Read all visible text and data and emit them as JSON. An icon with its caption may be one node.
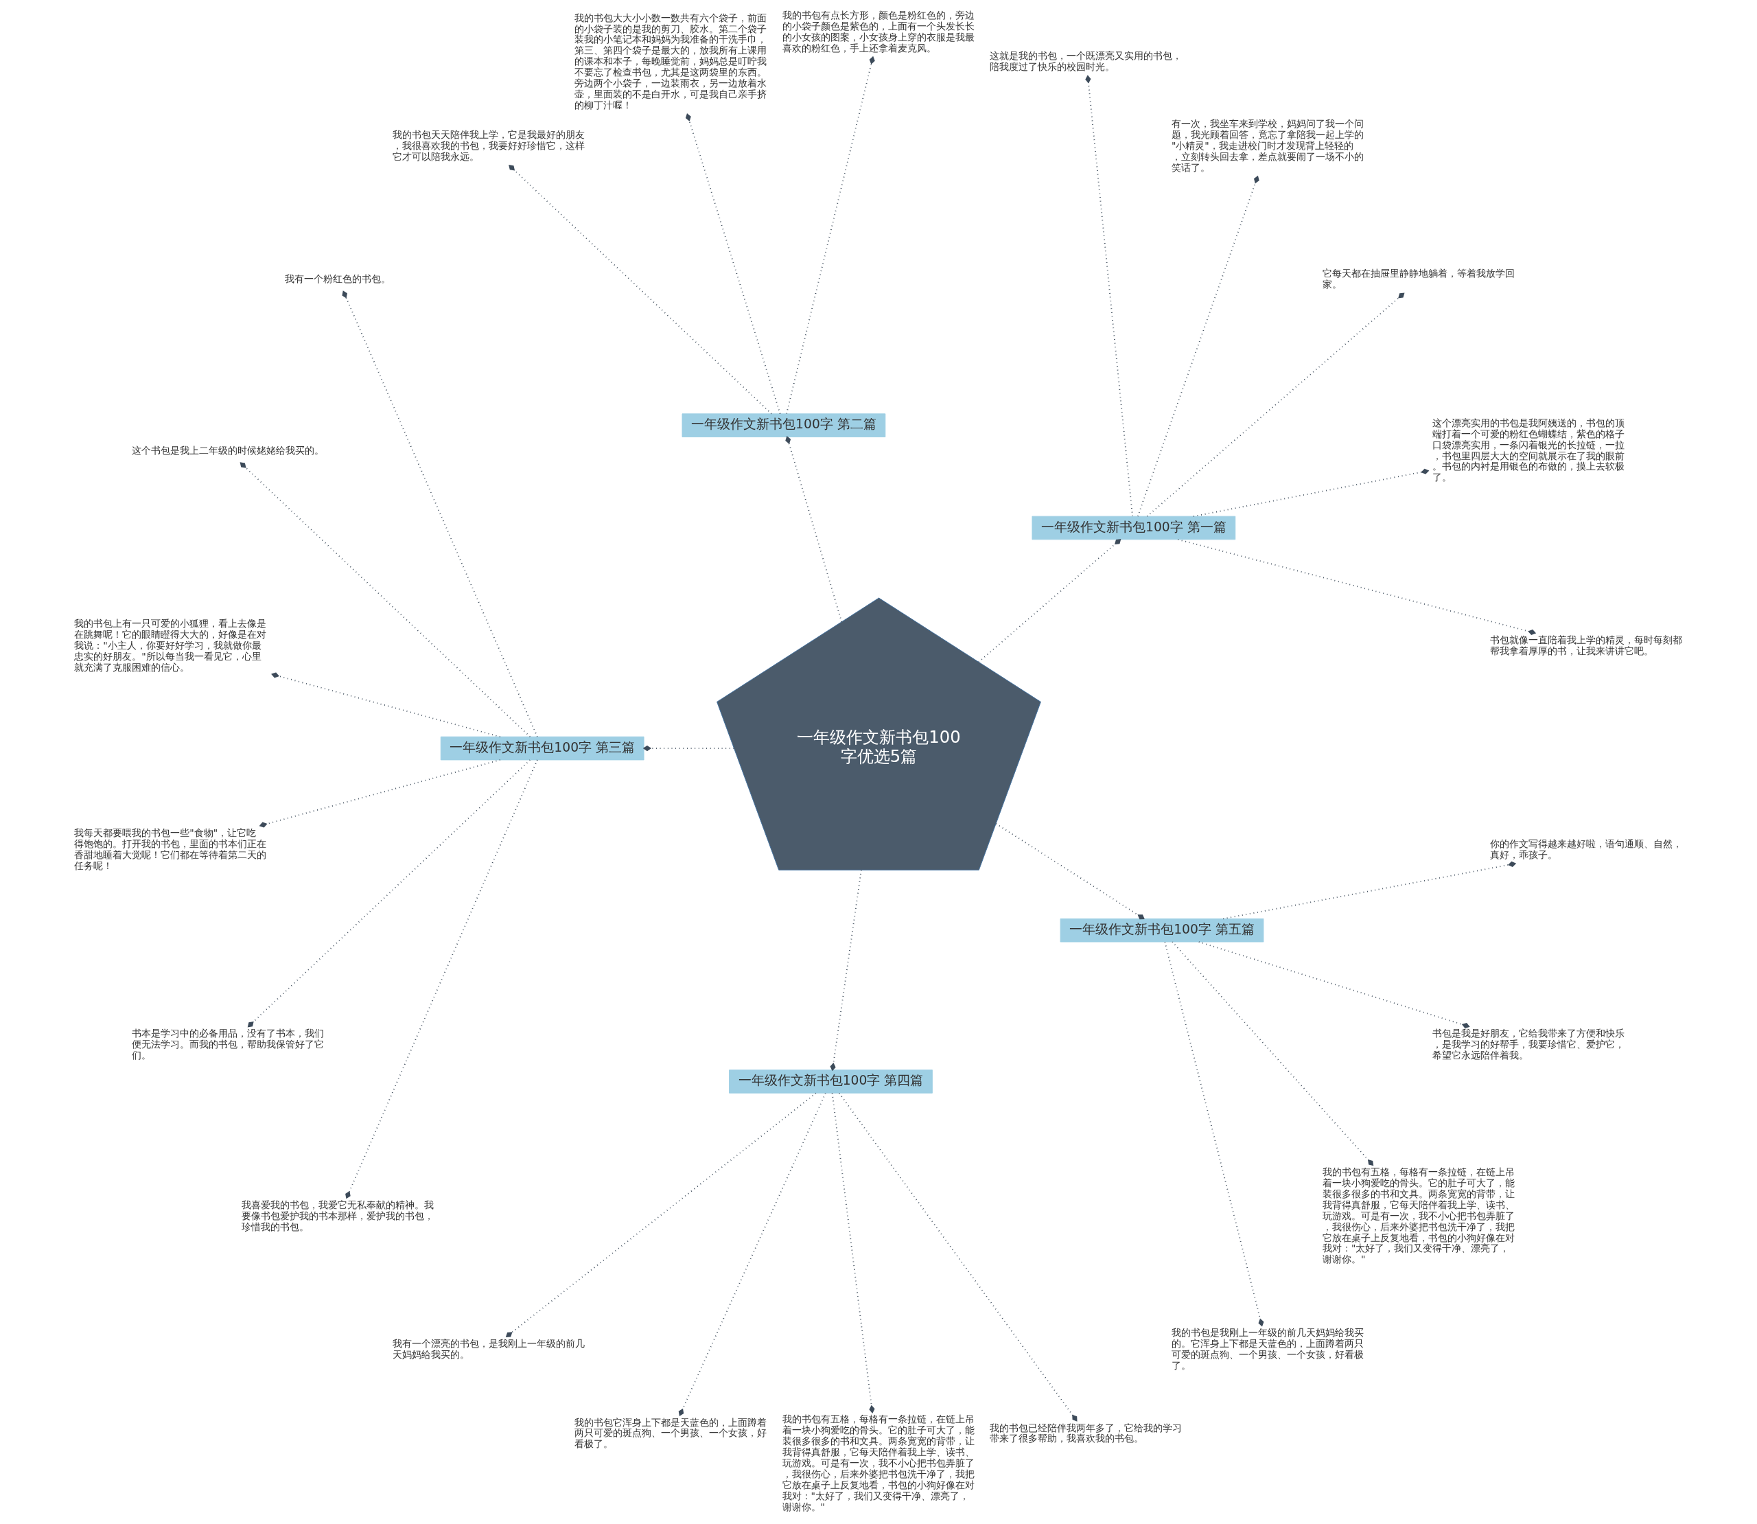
{
  "diagram": {
    "nodes": [
      {
        "text": [
          "一年级作文新书包100字优选5篇"
        ]
      },
      {
        "text": [
          "一年级作文新书包100字 第一篇"
        ]
      },
      {
        "text": [
          "书包就像一直陪着我上学的精灵，每时每刻都帮我拿着厚厚的书，让我来讲讲它吧。"
        ]
      },
      {
        "text": [
          "这个漂亮实用的书包是我阿姨送的，书包的顶端打着一个可爱的粉红色蝴蝶结，紫色的格子口袋漂亮实用，一条闪着银光的长拉链，一拉，书包里四层大大的空间就展示在了我的眼前。书包的内衬是用银色的布做的，摸上去软极了。"
        ]
      },
      {
        "text": [
          "它每天都在抽屉里静静地躺着，等着我放学回家。"
        ]
      },
      {
        "text": [
          "有一次，我坐车来到学校，妈妈问了我一个问题，我光顾着回答，竟忘了拿陪我一起上学的\"小精灵\"，我走进校门时才发现背上轻轻的，立刻转头回去拿，差点就要闹了一场不小的笑话了。"
        ]
      },
      {
        "text": [
          "这就是我的书包，一个既漂亮又实用的书包，陪我度过了快乐的校园时光。"
        ]
      },
      {
        "text": [
          "一年级作文新书包100字 第二篇"
        ]
      },
      {
        "text": [
          "我的书包有点长方形，颜色是粉红色的，旁边的小袋子颜色是紫色的，上面有一个头发长长的小女孩的图案，小女孩身上穿的衣服是我最喜欢的粉红色，手上还拿着麦克风。"
        ]
      },
      {
        "text": [
          "我的书包大大小小数一数共有六个袋子，前面的小袋子装的是我的剪刀、胶水。第二个袋子装我的小笔记本和妈妈为我准备的干洗手巾，第三、第四个袋子是最大的，放我所有上课用的课本和本子，每晚睡觉前，妈妈总是叮咛我不要忘了检查书包，尤其是这两袋里的东西。旁边两个小袋子，一边装雨衣，另一边放着水壶，里面装的不是白开水，可是我自己亲手挤的柳丁汁喔！"
        ]
      },
      {
        "text": [
          "我的书包天天陪伴我上学，它是我最好的朋友，我很喜欢我的书包，我要好好珍惜它，这样它才可以陪我永远。"
        ]
      },
      {
        "text": [
          "一年级作文新书包100字 第三篇"
        ]
      },
      {
        "text": [
          "我有一个粉红色的书包。"
        ]
      },
      {
        "text": [
          "这个书包是我上二年级的时候姥姥给我买的。"
        ]
      },
      {
        "text": [
          "我的书包上有一只可爱的小狐狸，看上去像是在跳舞呢！它的眼睛瞪得大大的，好像是在对我说：\"小主人，你要好好学习，我就做你最忠实的好朋友。\"所以每当我一看见它，心里就充满了克服困难的信心。"
        ]
      },
      {
        "text": [
          "我每天都要喂我的书包一些\"食物\"，让它吃得饱饱的。打开我的书包，里面的书本们正在香甜地睡着大觉呢！它们都在等待着第二天的任务呢！"
        ]
      },
      {
        "text": [
          "书本是学习中的必备用品，没有了书本，我们便无法学习。而我的书包，帮助我保管好了它们。"
        ]
      },
      {
        "text": [
          "我喜爱我的书包，我爱它无私奉献的精神。我要像书包爱护我的书本那样，爱护我的书包，珍惜我的书包。"
        ]
      },
      {
        "text": [
          "一年级作文新书包100字 第四篇"
        ]
      },
      {
        "text": [
          "我有一个漂亮的书包，是我刚上一年级的前几天妈妈给我买的。"
        ]
      },
      {
        "text": [
          "我的书包它浑身上下都是天蓝色的，上面蹲着两只可爱的斑点狗、一个男孩、一个女孩，好看极了。"
        ]
      },
      {
        "text": [
          "我的书包有五格，每格有一条拉链，在链上吊着一块小狗爱吃的骨头。它的肚子可大了，能装很多很多的书和文具。两条宽宽的背带，让我背得真舒服，它每天陪伴着我上学、读书、玩游戏。可是有一次，我不小心把书包弄脏了，我很伤心，后来外婆把书包洗干净了，我把它放在桌子上反复地看，书包的小狗好像在对我对：\"太好了，我们又变得干净、漂亮了，谢谢你。\""
        ]
      },
      {
        "text": [
          "我的书包已经陪伴我两年多了，它给我的学习带来了很多帮助，我喜欢我的书包。"
        ]
      },
      {
        "text": [
          "一年级作文新书包100字 第五篇"
        ]
      },
      {
        "text": [
          "我的书包是我刚上一年级的前几天妈妈给我买的。它浑身上下都是天蓝色的，上面蹲着两只可爱的斑点狗、一个男孩、一个女孩，好看极了。"
        ]
      },
      {
        "text": [
          "我的书包有五格，每格有一条拉链，在链上吊着一块小狗爱吃的骨头。它的肚子可大了，能装很多很多的书和文具。两条宽宽的背带，让我背得真舒服，它每天陪伴着我上学、读书、玩游戏。可是有一次，我不小心把书包弄脏了，我很伤心，后来外婆把书包洗干净了，我把它放在桌子上反复地看，书包的小狗好像在对我对：\"太好了，我们又变得干净、漂亮了，谢谢你。\""
        ]
      },
      {
        "text": [
          "书包是我是好朋友，它给我带来了方便和快乐，是我学习的好帮手，我要珍惜它、爱护它，希望它永远陪伴着我。"
        ]
      },
      {
        "text": [
          "你的作文写得越来越好啦，语句通顺、自然，真好，乖孩子。"
        ]
      }
    ],
    "edges": [
      {
        "from": 0,
        "to": 1,
        "arrow": "other"
      },
      {
        "from": 1,
        "to": 2,
        "arrow": "other"
      },
      {
        "from": 1,
        "to": 3,
        "arrow": "other"
      },
      {
        "from": 1,
        "to": 4,
        "arrow": "other"
      },
      {
        "from": 1,
        "to": 5,
        "arrow": "other"
      },
      {
        "from": 1,
        "to": 6,
        "arrow": "other"
      },
      {
        "from": 0,
        "to": 7,
        "arrow": "other"
      },
      {
        "from": 7,
        "to": 8,
        "arrow": "other"
      },
      {
        "from": 7,
        "to": 9,
        "arrow": "other"
      },
      {
        "from": 7,
        "to": 10,
        "arrow": "other"
      },
      {
        "from": 0,
        "to": 11,
        "arrow": "other"
      },
      {
        "from": 11,
        "to": 12,
        "arrow": "other"
      },
      {
        "from": 11,
        "to": 13,
        "arrow": "other"
      },
      {
        "from": 11,
        "to": 14,
        "arrow": "other"
      },
      {
        "from": 11,
        "to": 15,
        "arrow": "other"
      },
      {
        "from": 11,
        "to": 16,
        "arrow": "other"
      },
      {
        "from": 11,
        "to": 17,
        "arrow": "other"
      },
      {
        "from": 0,
        "to": 18,
        "arrow": "other"
      },
      {
        "from": 18,
        "to": 19,
        "arrow": "other"
      },
      {
        "from": 18,
        "to": 20,
        "arrow": "other"
      },
      {
        "from": 18,
        "to": 21,
        "arrow": "other"
      },
      {
        "from": 18,
        "to": 22,
        "arrow": "other"
      },
      {
        "from": 0,
        "to": 23,
        "arrow": "other"
      },
      {
        "from": 23,
        "to": 24,
        "arrow": "other"
      },
      {
        "from": 23,
        "to": 25,
        "arrow": "other"
      },
      {
        "from": 23,
        "to": 26,
        "arrow": "other"
      },
      {
        "from": 23,
        "to": 27,
        "arrow": "other"
      }
    ]
  }
}
